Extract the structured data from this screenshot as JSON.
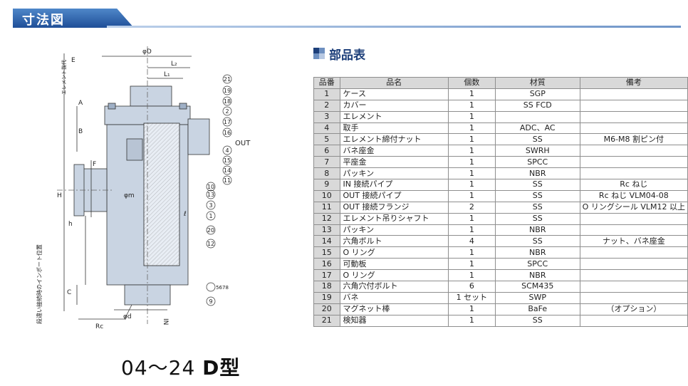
{
  "header": {
    "title": "寸法図"
  },
  "parts_table": {
    "title": "部品表",
    "columns": [
      "品番",
      "品名",
      "個数",
      "材質",
      "備考"
    ],
    "rows": [
      [
        "1",
        "ケース",
        "1",
        "SGP",
        ""
      ],
      [
        "2",
        "カバー",
        "1",
        "SS FCD",
        ""
      ],
      [
        "3",
        "エレメント",
        "1",
        "",
        ""
      ],
      [
        "4",
        "取手",
        "1",
        "ADC、AC",
        ""
      ],
      [
        "5",
        "エレメント締付ナット",
        "1",
        "SS",
        "M6-M8 割ピン付"
      ],
      [
        "6",
        "バネ座金",
        "1",
        "SWRH",
        ""
      ],
      [
        "7",
        "平座金",
        "1",
        "SPCC",
        ""
      ],
      [
        "8",
        "パッキン",
        "1",
        "NBR",
        ""
      ],
      [
        "9",
        "IN 接続パイプ",
        "1",
        "SS",
        "Rc ねじ"
      ],
      [
        "10",
        "OUT 接続パイプ",
        "1",
        "SS",
        "Rc ねじ VLM04-08"
      ],
      [
        "11",
        "OUT 接続フランジ",
        "2",
        "SS",
        "O リングシール VLM12 以上"
      ],
      [
        "12",
        "エレメント吊りシャフト",
        "1",
        "SS",
        ""
      ],
      [
        "13",
        "パッキン",
        "1",
        "NBR",
        ""
      ],
      [
        "14",
        "六角ボルト",
        "4",
        "SS",
        "ナット、バネ座金"
      ],
      [
        "15",
        "O リング",
        "1",
        "NBR",
        ""
      ],
      [
        "16",
        "可動板",
        "1",
        "SPCC",
        ""
      ],
      [
        "17",
        "O リング",
        "1",
        "NBR",
        ""
      ],
      [
        "18",
        "六角穴付ボルト",
        "6",
        "SCM435",
        ""
      ],
      [
        "19",
        "バネ",
        "1 セット",
        "SWP",
        ""
      ],
      [
        "20",
        "マグネット棒",
        "1",
        "BaFe",
        "（オプション）"
      ],
      [
        "21",
        "検知器",
        "1",
        "SS",
        ""
      ]
    ]
  },
  "drawing": {
    "dim_phiD": "φD",
    "dim_L2": "L₂",
    "dim_L1": "L₁",
    "dim_A": "A",
    "dim_B": "B",
    "dim_C": "C",
    "dim_E": "E",
    "dim_F": "F",
    "dim_H": "H",
    "dim_h": "h",
    "dim_phim": "φm",
    "dim_l": "ℓ",
    "dim_phid": "φd",
    "dim_Rc": "Rc",
    "dim_IN": "IN",
    "dim_OUT": "OUT",
    "label_element_removal": "エレメント抜代",
    "label_side_note": "段違い接続時のインポート位置",
    "callouts": [
      "21",
      "19",
      "18",
      "2",
      "17",
      "16",
      "4",
      "15",
      "14",
      "11",
      "10",
      "13",
      "3",
      "1",
      "20",
      "12",
      "5678",
      "9"
    ]
  },
  "model": {
    "range": "04～24",
    "type": "D型"
  }
}
